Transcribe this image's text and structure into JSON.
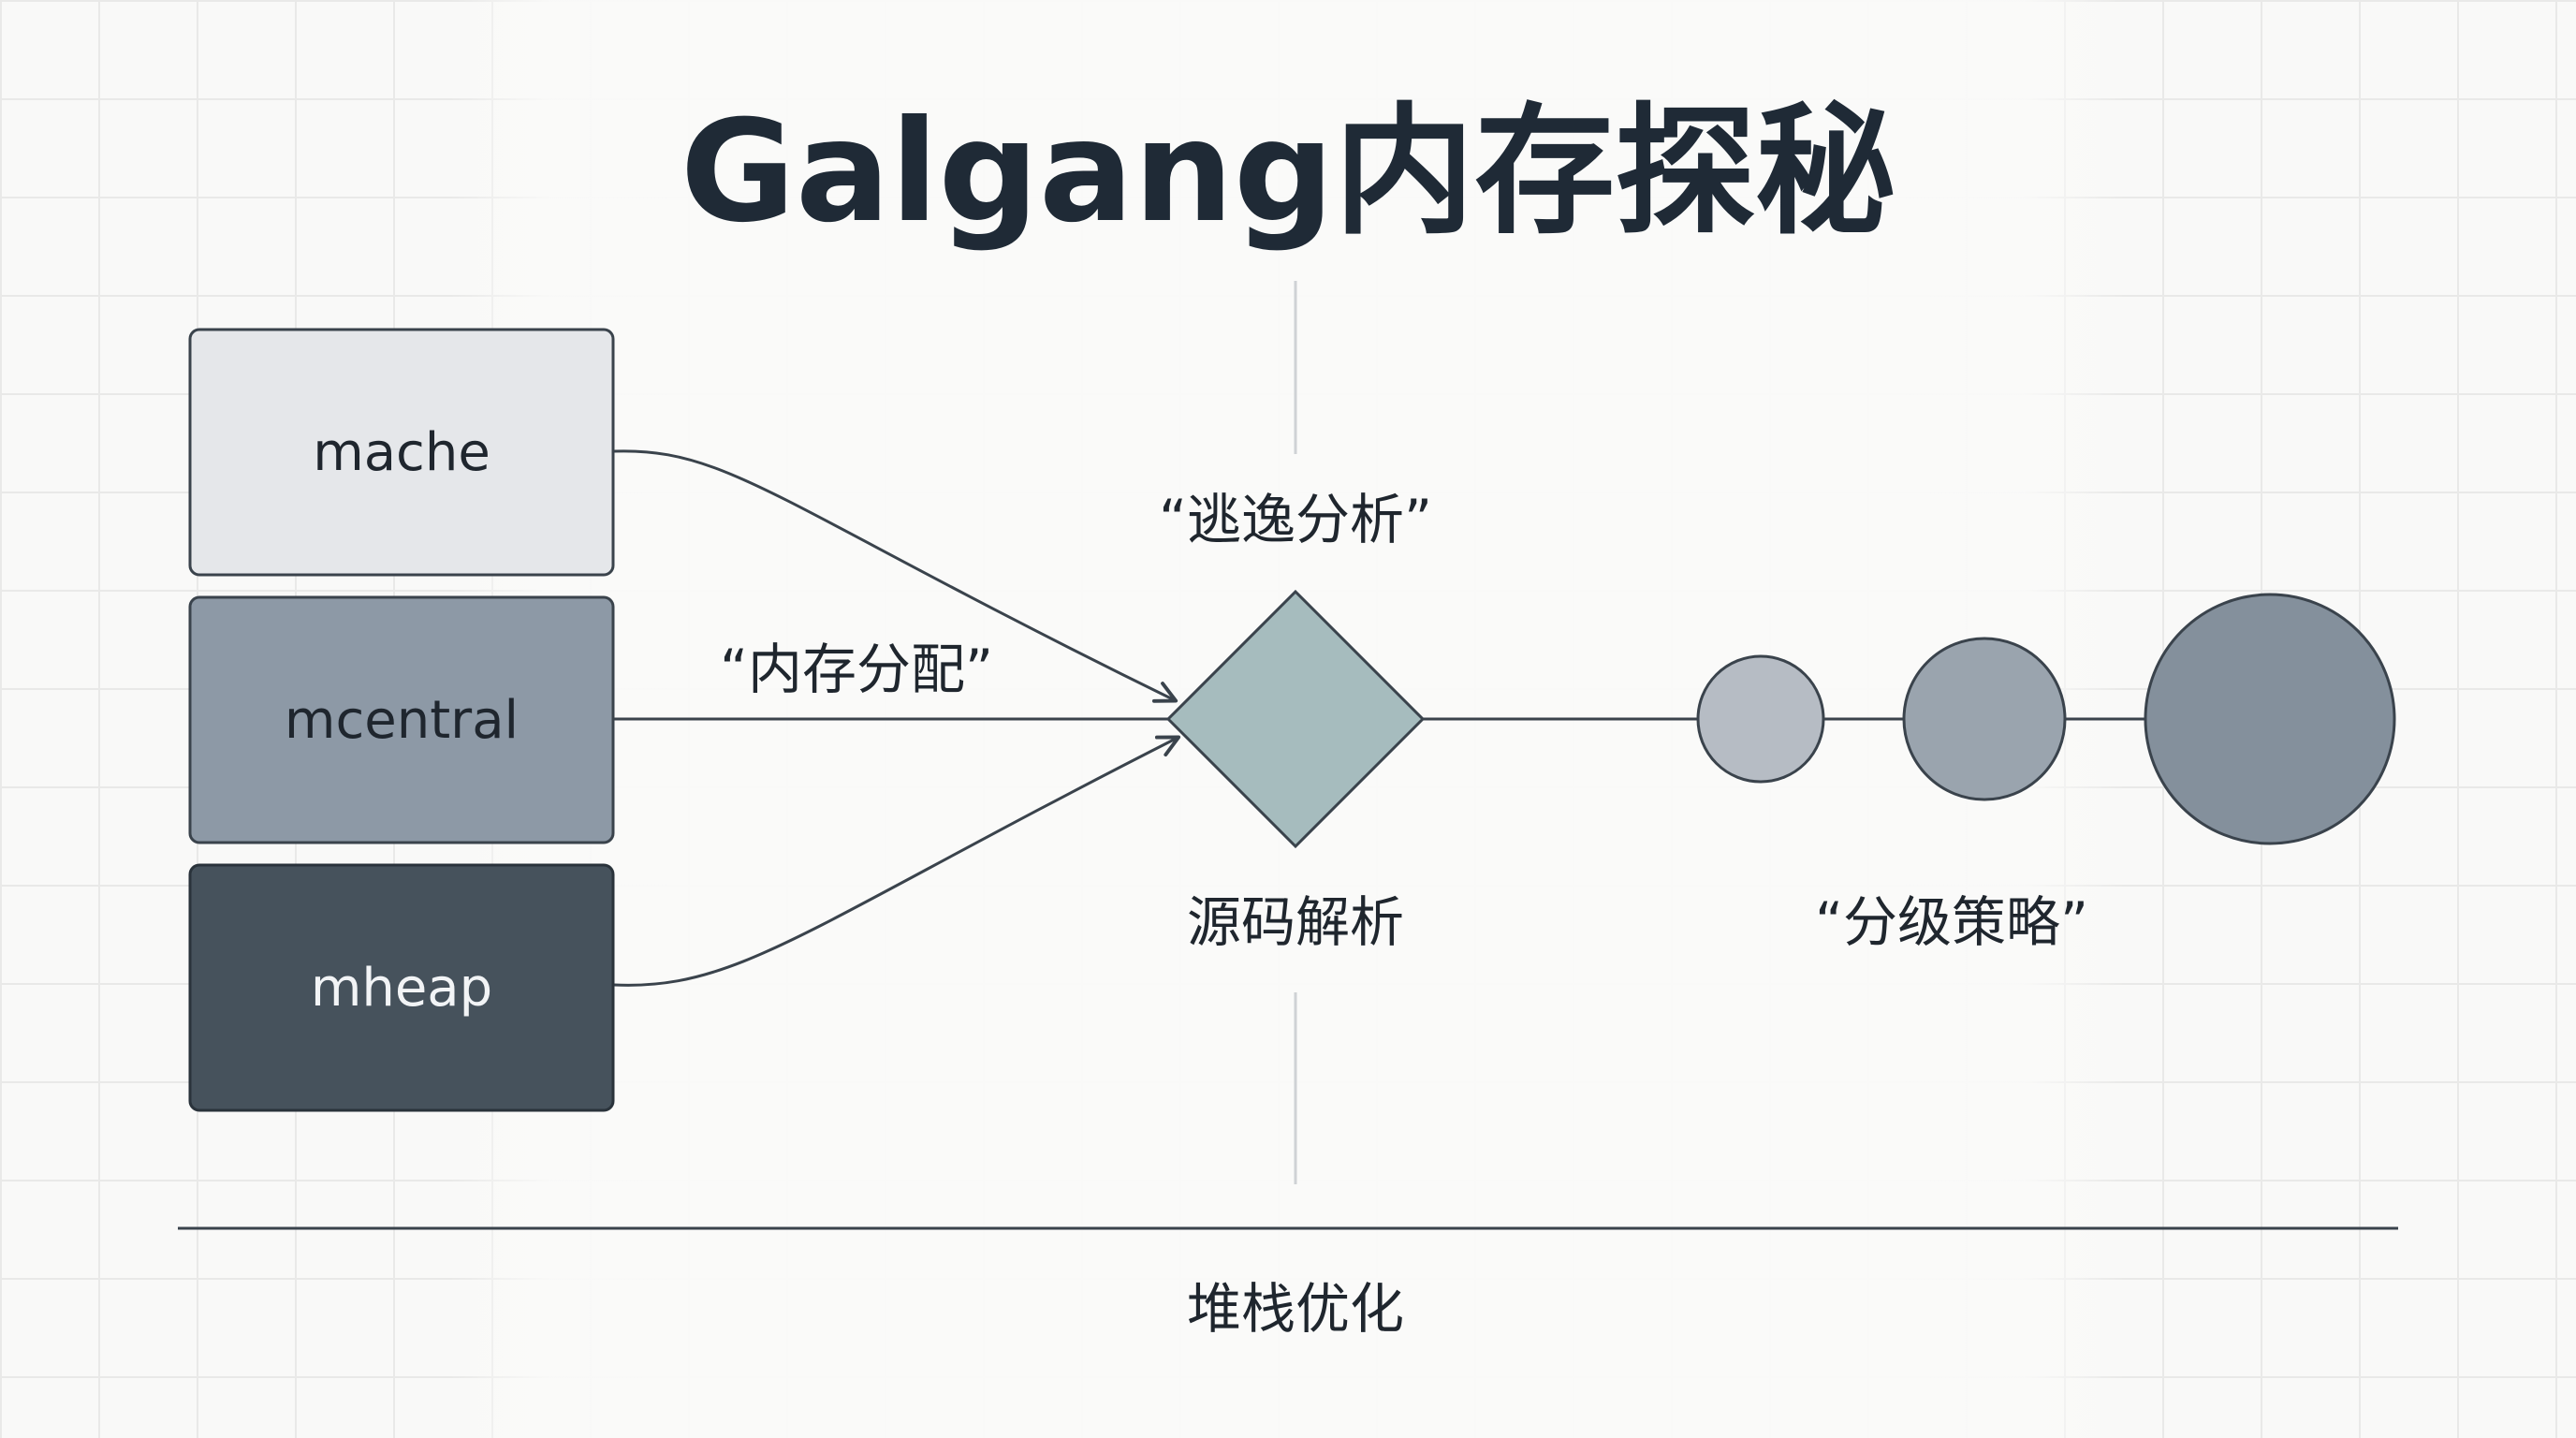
{
  "title": "Galgang内存探秘",
  "boxes": [
    {
      "label": "mache",
      "fill": "#e5e7ea",
      "text_color": "#1f262e"
    },
    {
      "label": "mcentral",
      "fill": "#8d99a6",
      "text_color": "#1f262e"
    },
    {
      "label": "mheap",
      "fill": "#46525c",
      "text_color": "#f2f4f6"
    }
  ],
  "labels": {
    "escape_analysis": "“逃逸分析”",
    "memory_allocation": "“内存分配”",
    "source_analysis": "源码解析",
    "tiered_strategy": "“分级策略”",
    "stack_optimization": "堆栈优化"
  },
  "colors": {
    "diamond": "#a6bcbe",
    "circle_small": "#b6bcc4",
    "circle_medium": "#9aa4ae",
    "circle_large": "#84909c",
    "stroke": "#3a434c"
  }
}
